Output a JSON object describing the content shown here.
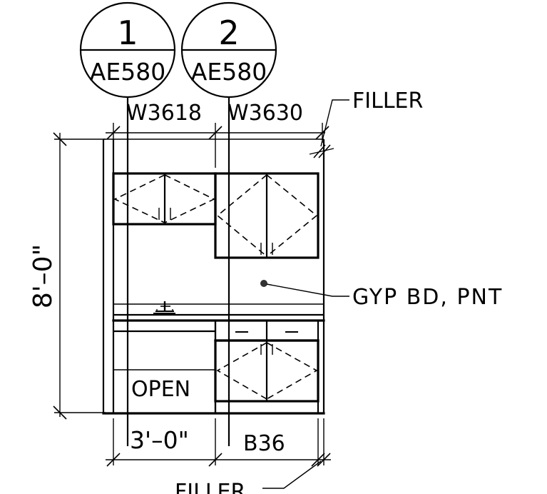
{
  "section_markers": [
    {
      "number": "1",
      "sheet": "AE580"
    },
    {
      "number": "2",
      "sheet": "AE580"
    }
  ],
  "cabinet_labels": {
    "upper_left": "W3618",
    "upper_right": "W3630",
    "base_right": "B36"
  },
  "dimensions": {
    "height": "8'–0\"",
    "base_left_width": "3'–0\""
  },
  "notes": {
    "filler_top": "FILLER",
    "filler_bottom": "FILLER",
    "wall_finish": "GYP BD, PNT",
    "open_shelf": "OPEN"
  }
}
